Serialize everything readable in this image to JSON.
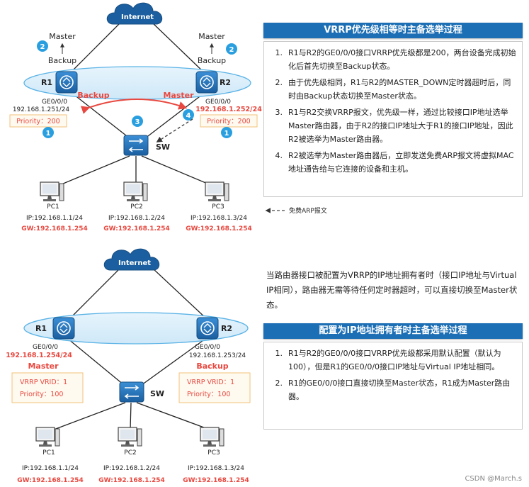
{
  "top": {
    "internet": "Internet",
    "r1": "R1",
    "r2": "R2",
    "r1_state_top": "Master",
    "r1_state_bottom": "Backup",
    "r2_state_top": "Master",
    "r2_state_bottom": "Backup",
    "r1_arc_label": "Backup",
    "r2_arc_label": "Master",
    "r1_iface": "GE0/0/0",
    "r1_ip": "192.168.1.251/24",
    "r2_iface": "GE0/0/0",
    "r2_ip": "192.168.1.252/24",
    "r1_priority": "Priority：200",
    "r2_priority": "Priority：200",
    "sw": "SW",
    "steps": [
      "1",
      "2",
      "2",
      "3",
      "4",
      "1"
    ],
    "pcs": [
      {
        "name": "PC1",
        "ip": "IP:192.168.1.1/24",
        "gw": "GW:192.168.1.254"
      },
      {
        "name": "PC2",
        "ip": "IP:192.168.1.2/24",
        "gw": "GW:192.168.1.254"
      },
      {
        "name": "PC3",
        "ip": "IP:192.168.1.3/24",
        "gw": "GW:192.168.1.254"
      }
    ],
    "legend": "免费ARP报文"
  },
  "bottom": {
    "internet": "Internet",
    "r1": "R1",
    "r2": "R2",
    "r1_iface": "GE0/0/0",
    "r1_ip": "192.168.1.254/24",
    "r2_iface": "GE0/0/0",
    "r2_ip": "192.168.1.253/24",
    "r1_state": "Master",
    "r2_state": "Backup",
    "r1_vrid": "VRRP VRID：1",
    "r1_priority": "Priority：100",
    "r2_vrid": "VRRP VRID：1",
    "r2_priority": "Priority：100",
    "sw": "SW",
    "pcs": [
      {
        "name": "PC1",
        "ip": "IP:192.168.1.1/24",
        "gw": "GW:192.168.1.254"
      },
      {
        "name": "PC2",
        "ip": "IP:192.168.1.2/24",
        "gw": "GW:192.168.1.254"
      },
      {
        "name": "PC3",
        "ip": "IP:192.168.1.3/24",
        "gw": "GW:192.168.1.254"
      }
    ]
  },
  "panel1": {
    "title": "VRRP优先级相等时主备选举过程",
    "items": [
      {
        "num": "1.",
        "text": "R1与R2的GE0/0/0接口VRRP优先级都是200，两台设备完成初始化后首先切换至Backup状态。"
      },
      {
        "num": "2.",
        "text": "由于优先级相同，R1与R2的MASTER_DOWN定时器超时后，同时由Backup状态切换至Master状态。"
      },
      {
        "num": "3.",
        "text": "R1与R2交换VRRP报文，优先级一样，通过比较接口IP地址选举Master路由器，由于R2的接口IP地址大于R1的接口IP地址，因此R2被选举为Master路由器。"
      },
      {
        "num": "4.",
        "text": "R2被选举为Master路由器后，立即发送免费ARP报文将虚拟MAC地址通告给与它连接的设备和主机。"
      }
    ]
  },
  "intro": "当路由器接口被配置为VRRP的IP地址拥有者时（接口IP地址与Virtual IP相同），路由器无需等待任何定时器超时，可以直接切换至Master状态。",
  "panel2": {
    "title": "配置为IP地址拥有者时主备选举过程",
    "items": [
      {
        "num": "1.",
        "text": "R1与R2的GE0/0/0接口VRRP优先级都采用默认配置（默认为100），但是R1的GE0/0/0接口IP地址与Virtual IP地址相同。"
      },
      {
        "num": "2.",
        "text": "R1的GE0/0/0接口直接切换至Master状态，R1成为Master路由器。"
      }
    ]
  },
  "watermark": "CSDN @March.s",
  "colors": {
    "blue": "#1c6fb5",
    "red": "#e8483f",
    "orange_box": "#f3c27a",
    "circle": "#2a9fe0"
  }
}
